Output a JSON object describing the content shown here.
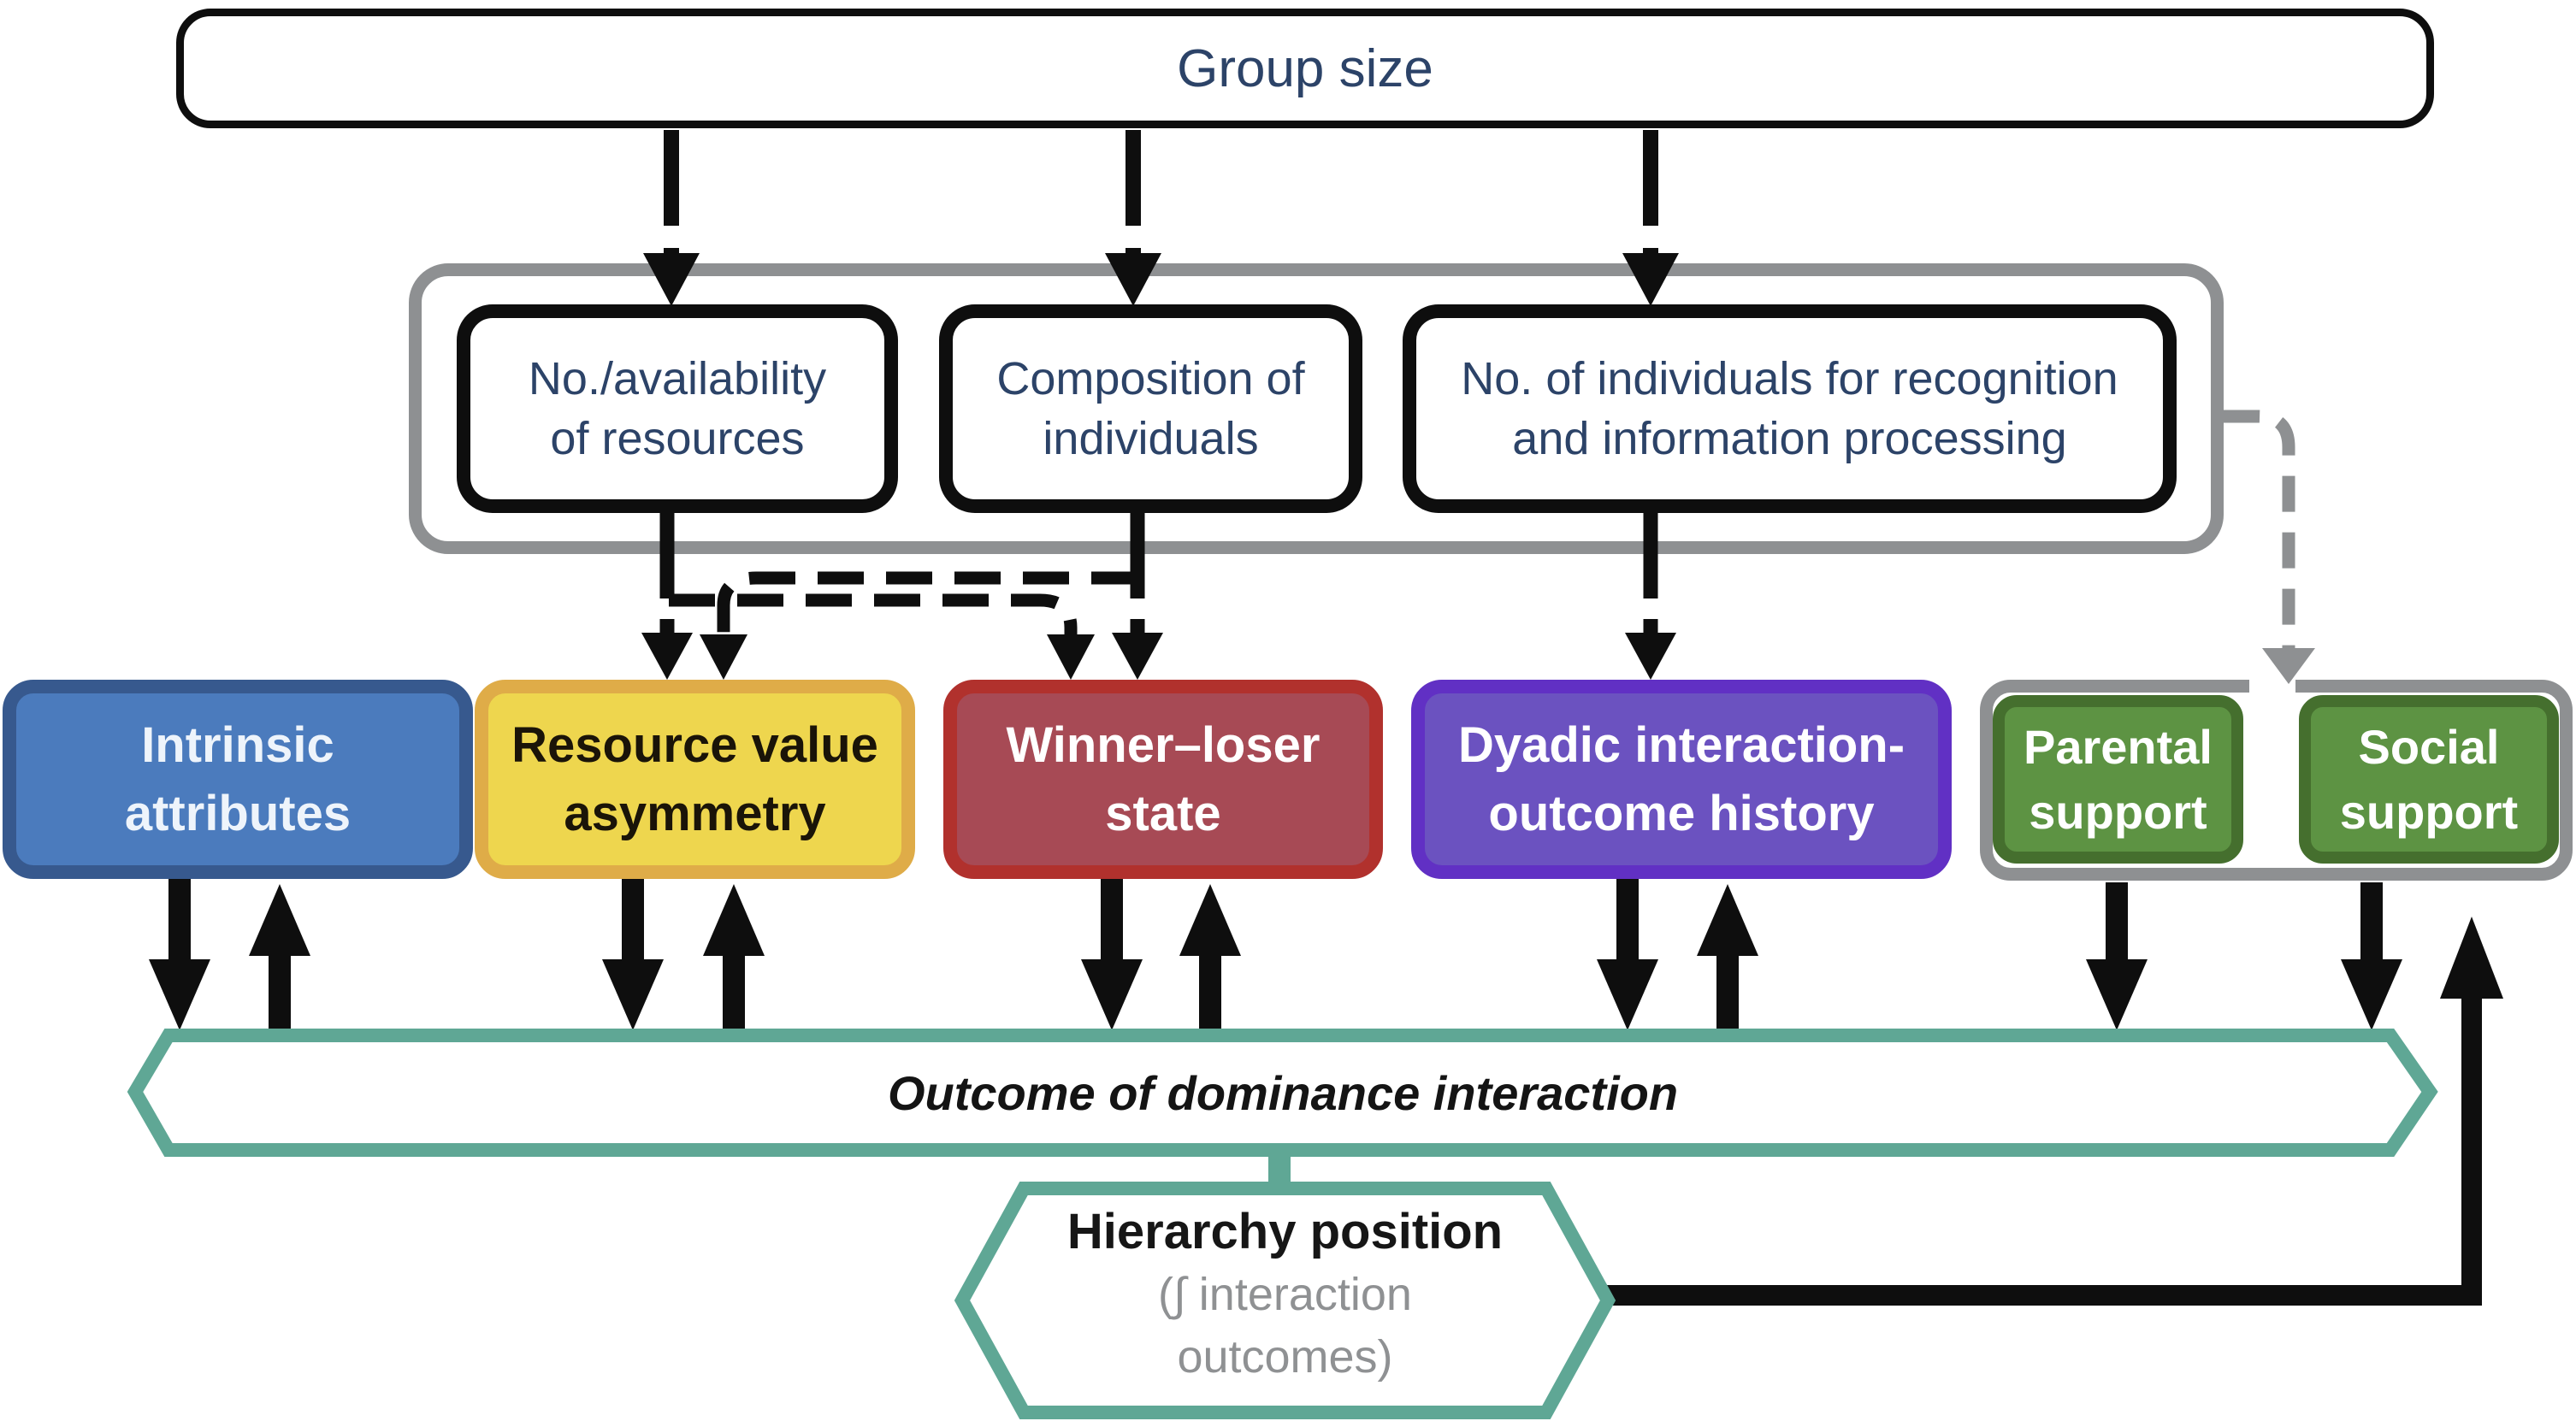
{
  "nodes": {
    "group_size": {
      "label": "Group size"
    },
    "resources": {
      "lines": [
        "No./availability",
        "of resources"
      ]
    },
    "composition": {
      "lines": [
        "Composition of",
        "individuals"
      ]
    },
    "recognition": {
      "lines": [
        "No. of individuals for recognition",
        "and information processing"
      ]
    },
    "intrinsic": {
      "lines": [
        "Intrinsic",
        "attributes"
      ]
    },
    "resource_value": {
      "lines": [
        "Resource value",
        "asymmetry"
      ]
    },
    "winner_loser": {
      "lines": [
        "Winner–loser",
        "state"
      ]
    },
    "dyadic": {
      "lines": [
        "Dyadic interaction-",
        "outcome history"
      ]
    },
    "parental": {
      "lines": [
        "Parental",
        "support"
      ]
    },
    "social": {
      "lines": [
        "Social",
        "support"
      ]
    },
    "outcome": {
      "label": "Outcome of dominance interaction"
    },
    "hierarchy": {
      "title": "Hierarchy position",
      "sub_lines": [
        "(∫ interaction",
        "outcomes)"
      ]
    }
  },
  "colors": {
    "navy_text": "#2c4368",
    "gray_border": "#8e9092",
    "gray_text": "#8f9193",
    "teal": "#5fa795",
    "blue_fill": "#4b7bbd",
    "blue_border": "#37598e",
    "yellow_fill": "#eed64e",
    "yellow_border": "#dfac48",
    "red_fill": "#a74a55",
    "red_border": "#b1312d",
    "purple_fill": "#6b52c0",
    "purple_border": "#6130c4",
    "green_fill": "#5d9343",
    "green_border": "#456f2e"
  }
}
